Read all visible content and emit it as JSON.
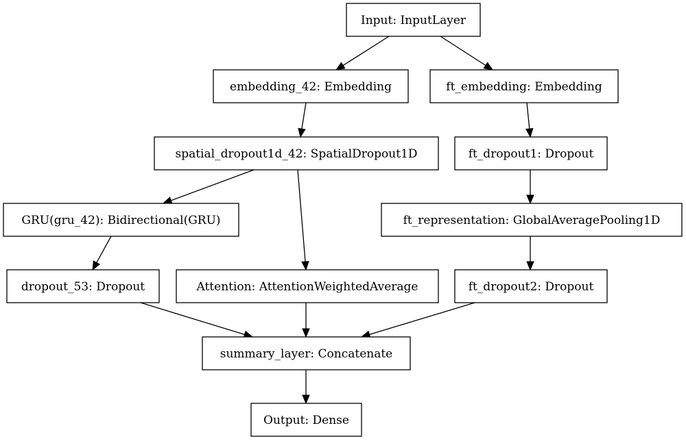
{
  "diagram": {
    "type": "model-graph",
    "nodes": {
      "input": "Input: InputLayer",
      "embedding_42": "embedding_42: Embedding",
      "ft_embedding": "ft_embedding: Embedding",
      "spatial_dropout1d_42": "spatial_dropout1d_42: SpatialDropout1D",
      "ft_dropout1": "ft_dropout1: Dropout",
      "gru_42": "GRU(gru_42): Bidirectional(GRU)",
      "ft_representation": "ft_representation: GlobalAveragePooling1D",
      "dropout_53": "dropout_53: Dropout",
      "attention": "Attention: AttentionWeightedAverage",
      "ft_dropout2": "ft_dropout2: Dropout",
      "summary_layer": "summary_layer: Concatenate",
      "output": "Output: Dense"
    },
    "edges": [
      [
        "input",
        "embedding_42"
      ],
      [
        "input",
        "ft_embedding"
      ],
      [
        "embedding_42",
        "spatial_dropout1d_42"
      ],
      [
        "ft_embedding",
        "ft_dropout1"
      ],
      [
        "spatial_dropout1d_42",
        "gru_42"
      ],
      [
        "spatial_dropout1d_42",
        "attention"
      ],
      [
        "ft_dropout1",
        "ft_representation"
      ],
      [
        "gru_42",
        "dropout_53"
      ],
      [
        "ft_representation",
        "ft_dropout2"
      ],
      [
        "dropout_53",
        "summary_layer"
      ],
      [
        "attention",
        "summary_layer"
      ],
      [
        "ft_dropout2",
        "summary_layer"
      ],
      [
        "summary_layer",
        "output"
      ]
    ]
  }
}
